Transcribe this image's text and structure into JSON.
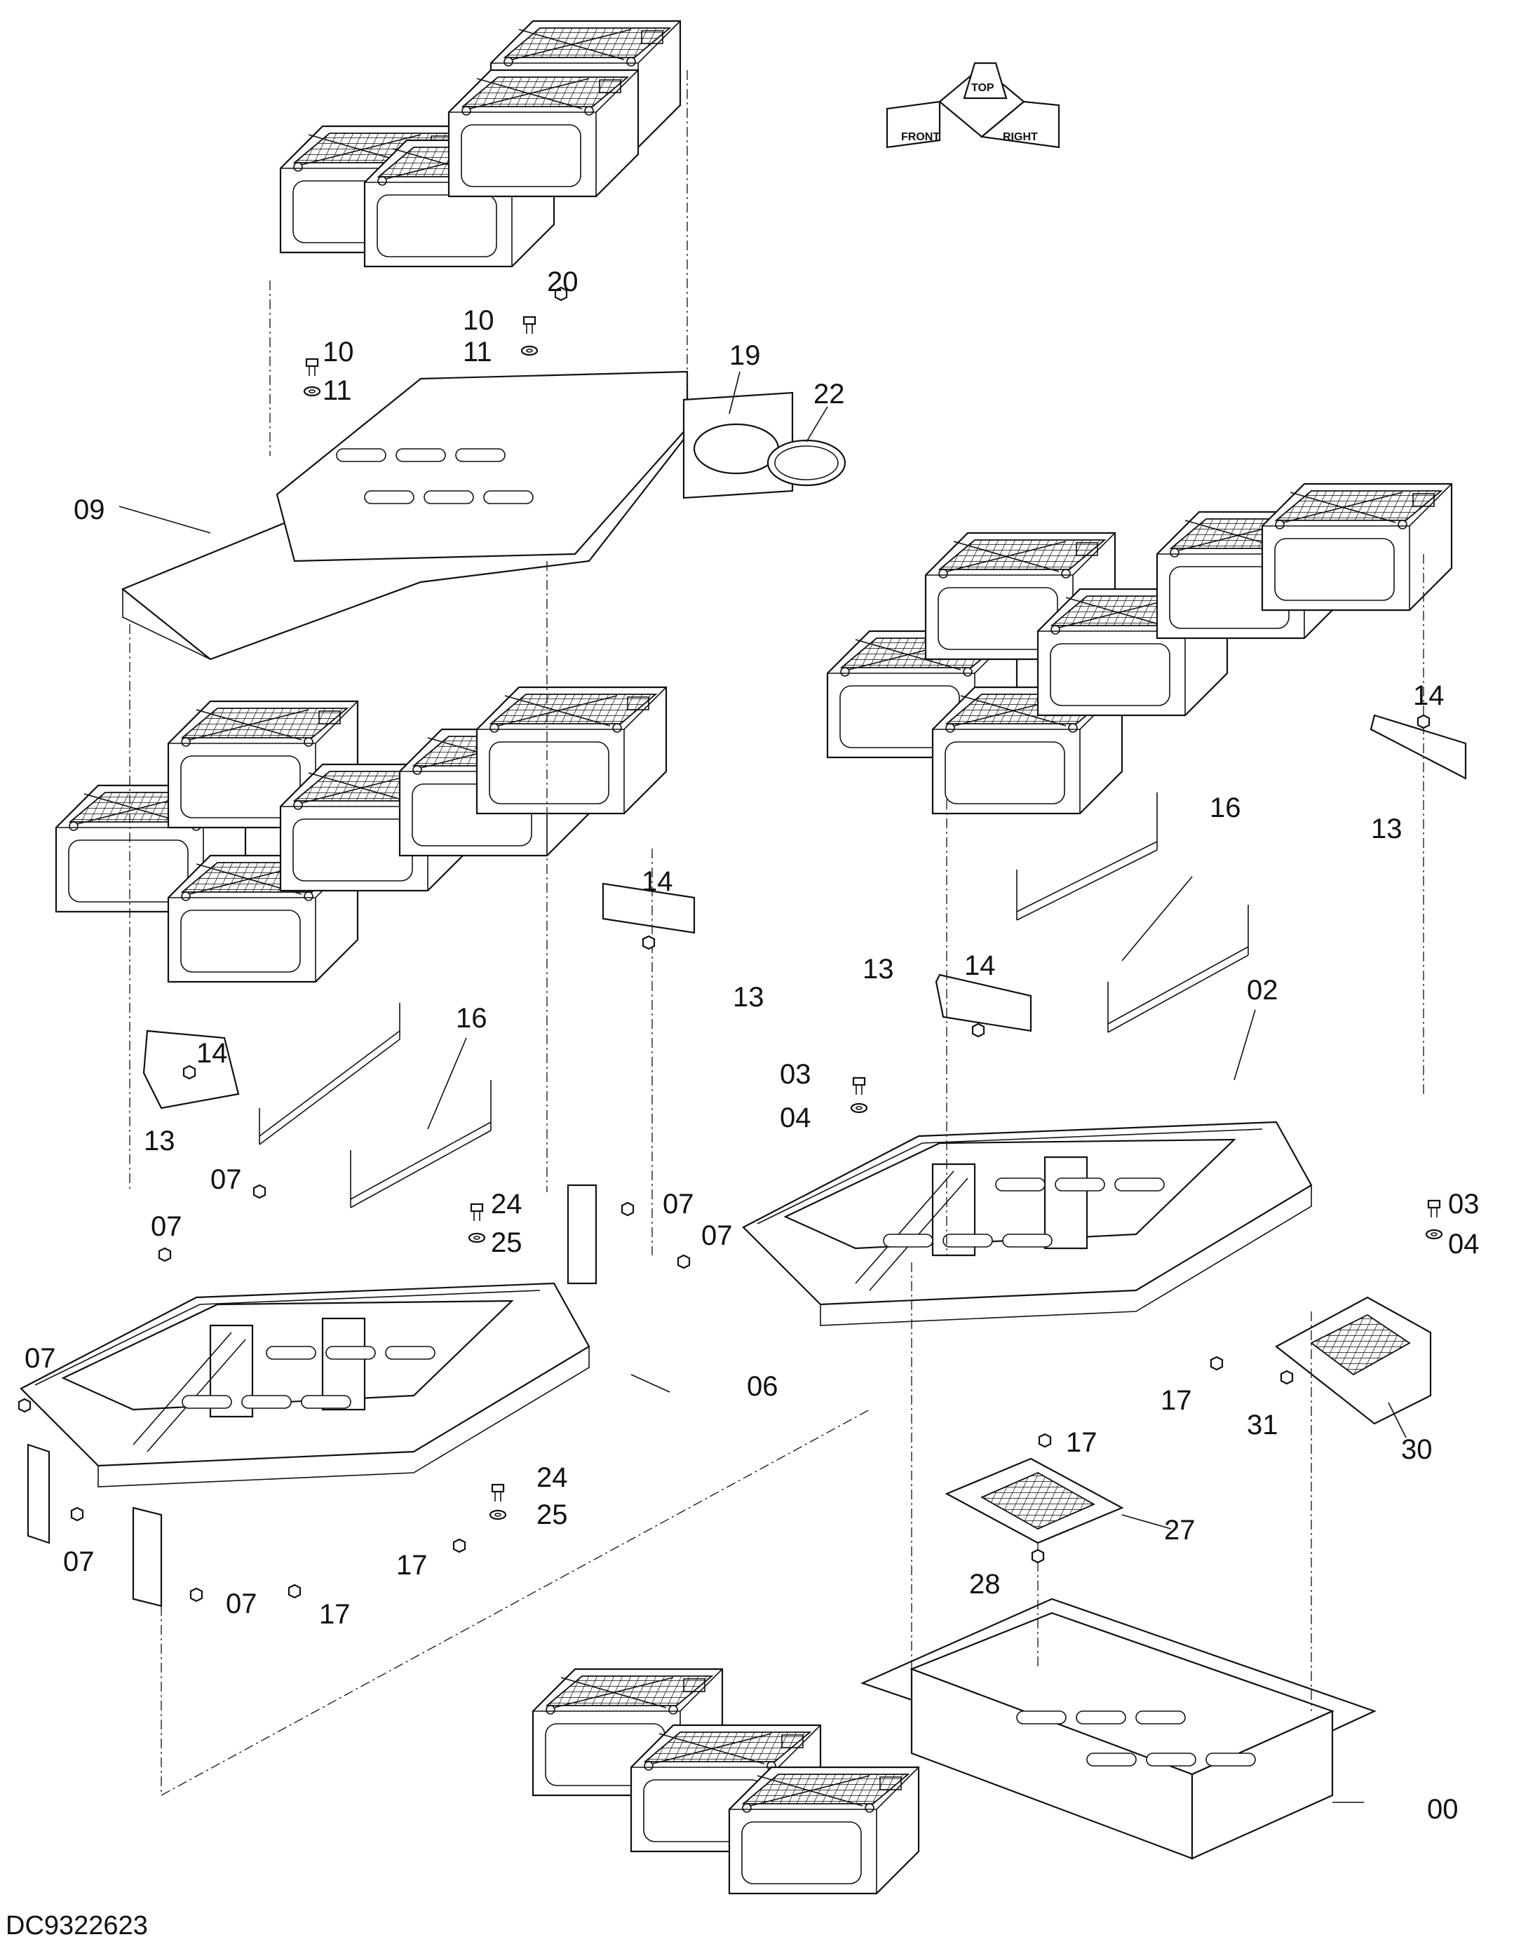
{
  "drawing_code": "DC9322623",
  "orientation": {
    "labels": [
      "FRONT",
      "TOP",
      "RIGHT"
    ]
  },
  "callouts": {
    "c00": "00",
    "c02": "02",
    "c03a": "03",
    "c03b": "03",
    "c04a": "04",
    "c04b": "04",
    "c06": "06",
    "c07a": "07",
    "c07b": "07",
    "c07c": "07",
    "c07d": "07",
    "c07e": "07",
    "c07f": "07",
    "c07g": "07",
    "c09": "09",
    "c10a": "10",
    "c10b": "10",
    "c11a": "11",
    "c11b": "11",
    "c13a": "13",
    "c13b": "13",
    "c13c": "13",
    "c13d": "13",
    "c14a": "14",
    "c14b": "14",
    "c14c": "14",
    "c14d": "14",
    "c16a": "16",
    "c16b": "16",
    "c17a": "17",
    "c17b": "17",
    "c17c": "17",
    "c17d": "17",
    "c19": "19",
    "c20": "20",
    "c22": "22",
    "c24a": "24",
    "c24b": "24",
    "c25a": "25",
    "c25b": "25",
    "c27": "27",
    "c28": "28",
    "c30": "30",
    "c31": "31"
  }
}
